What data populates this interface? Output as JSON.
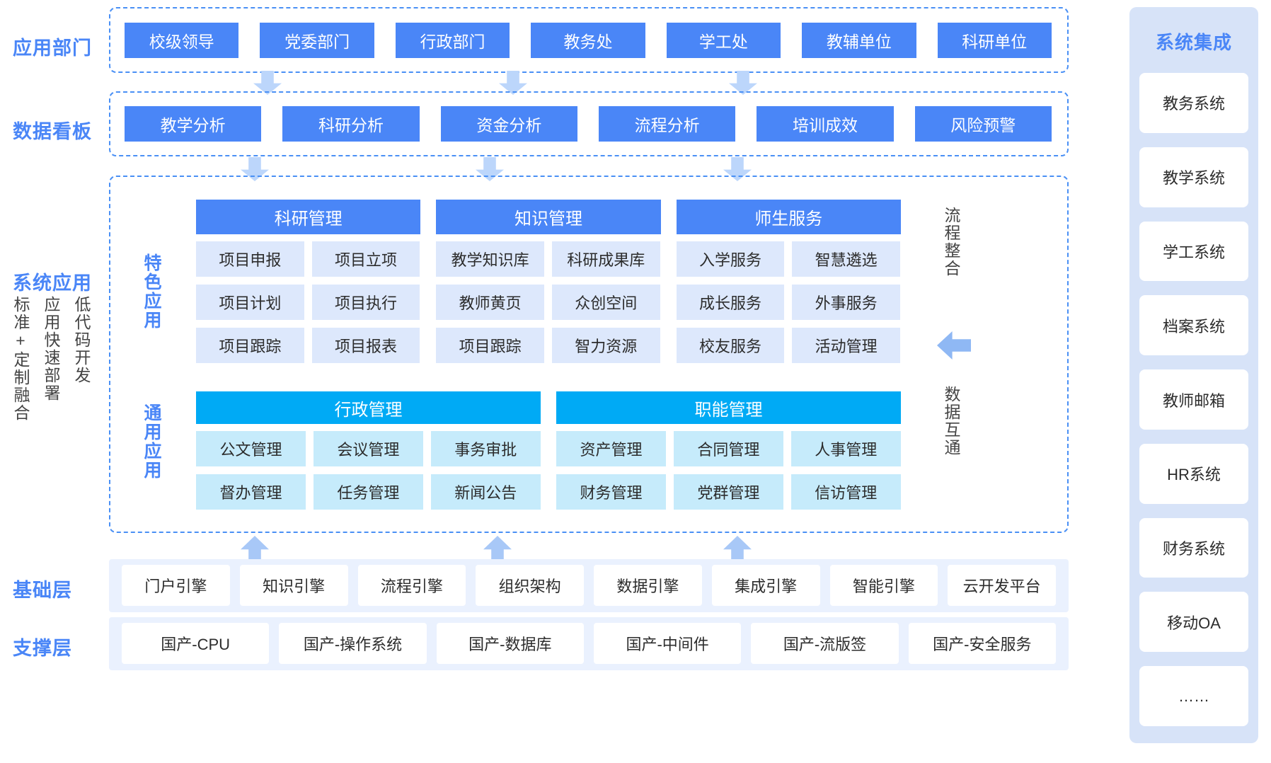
{
  "rows": {
    "departments_label": "应用部门",
    "dashboard_label": "数据看板",
    "system_label": "系统应用",
    "base_label": "基础层",
    "support_label": "支撑层"
  },
  "departments": [
    "校级领导",
    "党委部门",
    "行政部门",
    "教务处",
    "学工处",
    "教辅单位",
    "科研单位"
  ],
  "dashboards": [
    "教学分析",
    "科研分析",
    "资金分析",
    "流程分析",
    "培训成效",
    "风险预警"
  ],
  "left_vertical": {
    "item1": "低代码开发",
    "item2": "应用快速部署",
    "item3": "标准+定制融合"
  },
  "section_labels": {
    "feature": "特色应用",
    "general": "通用应用"
  },
  "right_vertical": {
    "flow": "流程整合",
    "data": "数据互通"
  },
  "feature_groups": [
    {
      "title": "科研管理",
      "items": [
        "项目申报",
        "项目立项",
        "项目计划",
        "项目执行",
        "项目跟踪",
        "项目报表"
      ]
    },
    {
      "title": "知识管理",
      "items": [
        "教学知识库",
        "科研成果库",
        "教师黄页",
        "众创空间",
        "项目跟踪",
        "智力资源"
      ]
    },
    {
      "title": "师生服务",
      "items": [
        "入学服务",
        "智慧遴选",
        "成长服务",
        "外事服务",
        "校友服务",
        "活动管理"
      ]
    }
  ],
  "general_groups": [
    {
      "title": "行政管理",
      "items": [
        "公文管理",
        "会议管理",
        "事务审批",
        "督办管理",
        "任务管理",
        "新闻公告"
      ]
    },
    {
      "title": "职能管理",
      "items": [
        "资产管理",
        "合同管理",
        "人事管理",
        "财务管理",
        "党群管理",
        "信访管理"
      ]
    }
  ],
  "base_layer": [
    "门户引擎",
    "知识引擎",
    "流程引擎",
    "组织架构",
    "数据引擎",
    "集成引擎",
    "智能引擎",
    "云开发平台"
  ],
  "support_layer": [
    "国产-CPU",
    "国产-操作系统",
    "国产-数据库",
    "国产-中间件",
    "国产-流版签",
    "国产-安全服务"
  ],
  "integration": {
    "title": "系统集成",
    "items": [
      "教务系统",
      "教学系统",
      "学工系统",
      "档案系统",
      "教师邮箱",
      "HR系统",
      "财务系统",
      "移动OA",
      "……"
    ]
  },
  "colors": {
    "primary_blue": "#4a86f7",
    "cyan": "#00aaf5",
    "cell_blue": "#dde8fc",
    "cell_cyan": "#c6ebfb",
    "panel_bg": "#d7e3f8",
    "band_bg": "#eaf1fe"
  }
}
